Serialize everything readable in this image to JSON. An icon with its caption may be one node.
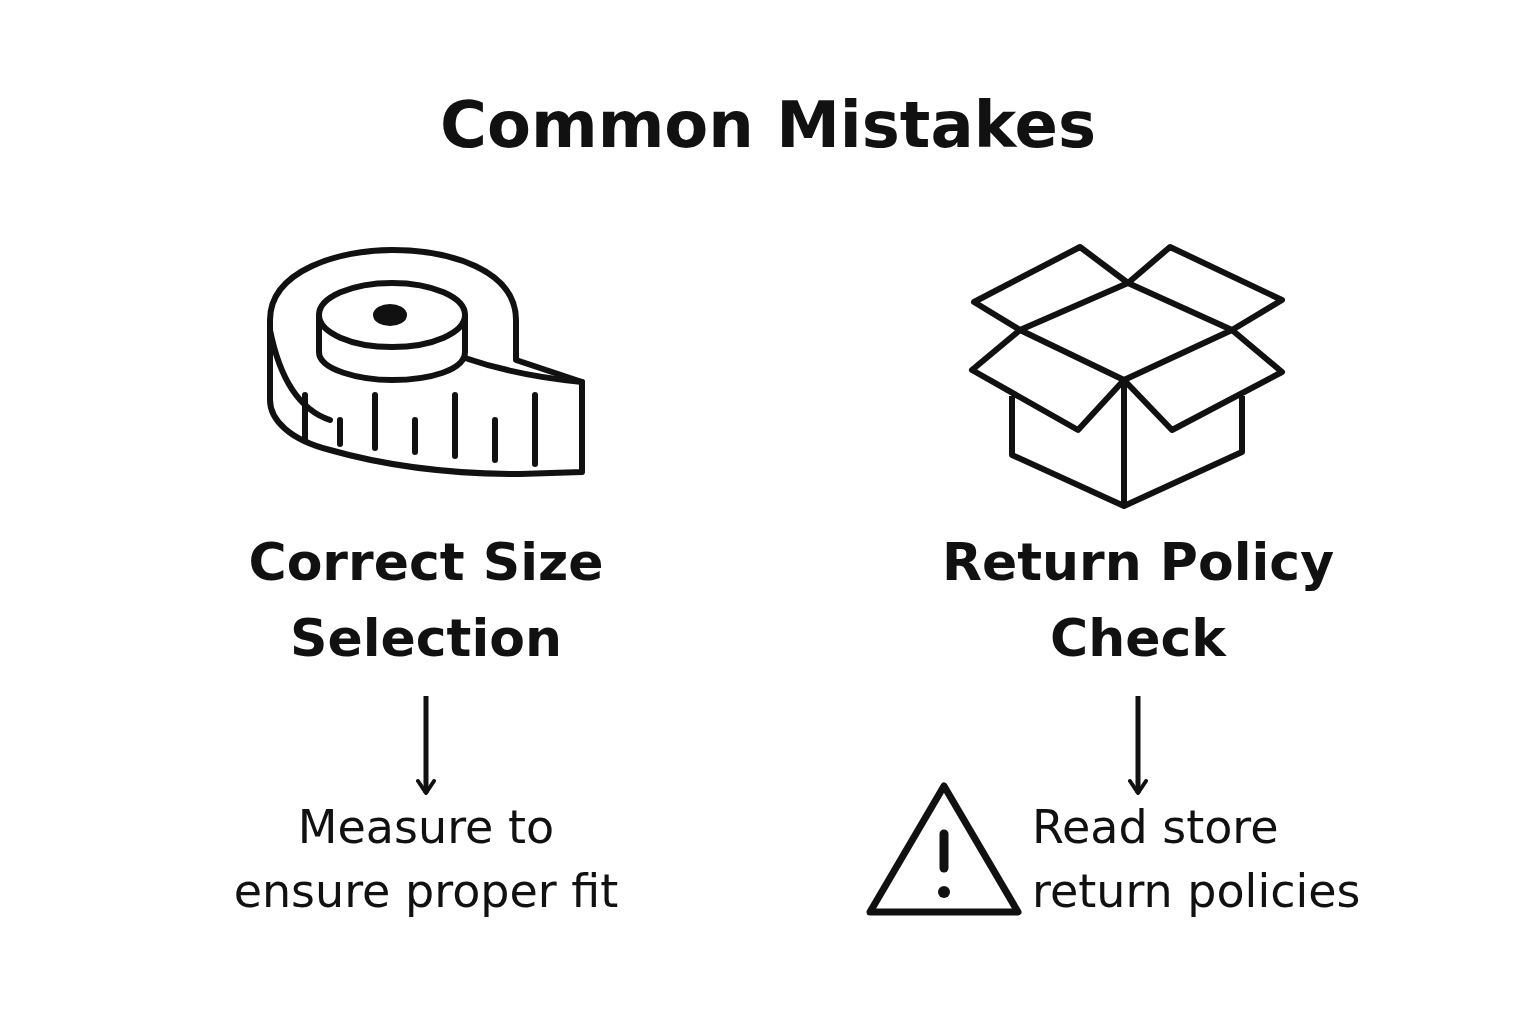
{
  "diagram": {
    "title": "Common Mistakes",
    "nodes": [
      {
        "text": [
          "Correct Size Selection"
        ]
      },
      {
        "text": [
          "Measure to ensure proper fit"
        ]
      },
      {
        "text": [
          "Return Policy Check"
        ]
      },
      {
        "text": [
          "Read store return policies"
        ]
      }
    ],
    "edges": [
      {
        "from": 0,
        "to": 1,
        "arrow": "to"
      },
      {
        "from": 2,
        "to": 3,
        "arrow": "to"
      }
    ]
  }
}
